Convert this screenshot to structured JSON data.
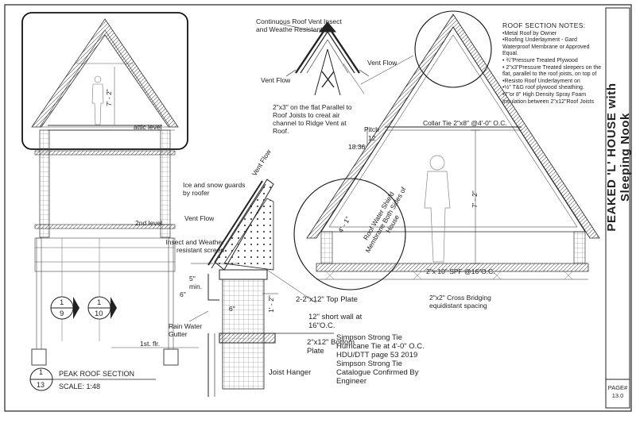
{
  "sheet": {
    "title": "PEAKED 'L' HOUSE with Sleeping Nook",
    "page_label": "PAGE#",
    "page_number": "13.0"
  },
  "section_title": {
    "circle_top": "1",
    "circle_bottom": "13",
    "name": "PEAK ROOF SECTION",
    "scale": "SCALE: 1:48"
  },
  "left_section": {
    "dim_height": "7' - 2\"",
    "attic_level": "attic level",
    "second_level": "2nd level",
    "first_floor": "1st. flr.",
    "marker_a_top": "1",
    "marker_a_bottom": "9",
    "marker_b_top": "1",
    "marker_b_bottom": "10"
  },
  "ridge_detail": {
    "label_vent": "Continuous Roof Vent Insect and Weathe Resistant",
    "vent_flow_left": "Vent Flow",
    "vent_flow_right": "Vent Flow",
    "note_channel": "2\"x3\" on the flat Parallel to Roof Joists to creat air channel to Ridge Vent at Roof."
  },
  "eave_detail": {
    "ice_guards": "Ice and snow guards by roofer",
    "vent_flow_up": "Vent Flow",
    "vent_flow_eave": "Vent Flow",
    "insect_screen": "Insect and Weather resistant screen",
    "min_5": "5\" min.",
    "dim_6": "6\"",
    "dim_6b": "6\"",
    "rain_gutter": "Rain Water Gutter",
    "dim_height": "1' - 2\"",
    "top_plate": "2-2\"x12\" Top Plate",
    "short_wall": "12\" short wall at 16\"O.C.",
    "bottom_plate": "2\"x12\" Bottom Plate",
    "joist_hanger": "Joist Hanger",
    "simpson_note": "Simpson Strong Tie Hurricane Tie at 4'-0\" O.C. HDU/DTT page 53 2019 Simpson Strong Tie Catalogue Confirmed By Engineer"
  },
  "main_section": {
    "pitch_label": "Pitch",
    "pitch_rise": "12",
    "pitch_run": "18.36",
    "collar_tie": "Collar Tie 2\"x8\" @4'-0\" O.C.",
    "dim_height": "7' - 2\"",
    "dim_small": "4' - 1\"",
    "membrane": "Roof Water Shield Membrane Both Sides of House",
    "floor_joist": "2\"x 10\" SPF @16\"O.C.",
    "cross_bridging": "2\"x2\" Cross Bridging equidistant spacing"
  },
  "roof_notes": {
    "title": "ROOF SECTION NOTES:",
    "items": [
      "•Metal Roof by Owner",
      "•Roofing Underlayment - Gard Waterproof Membrane or Approved Equal.",
      "• ¾\"Pressure Treated Plywood",
      "• 2\"x3\"Pressure Treated sleepers on the flat, parallel to the roof joists, on top of",
      "•Resisto Roof Underlayment on",
      "•½\" T&G roof plywood sheathing.",
      "•7\"or 8\" High Density Spray Foam Insulation between 2\"x12\"Roof Joists"
    ]
  }
}
